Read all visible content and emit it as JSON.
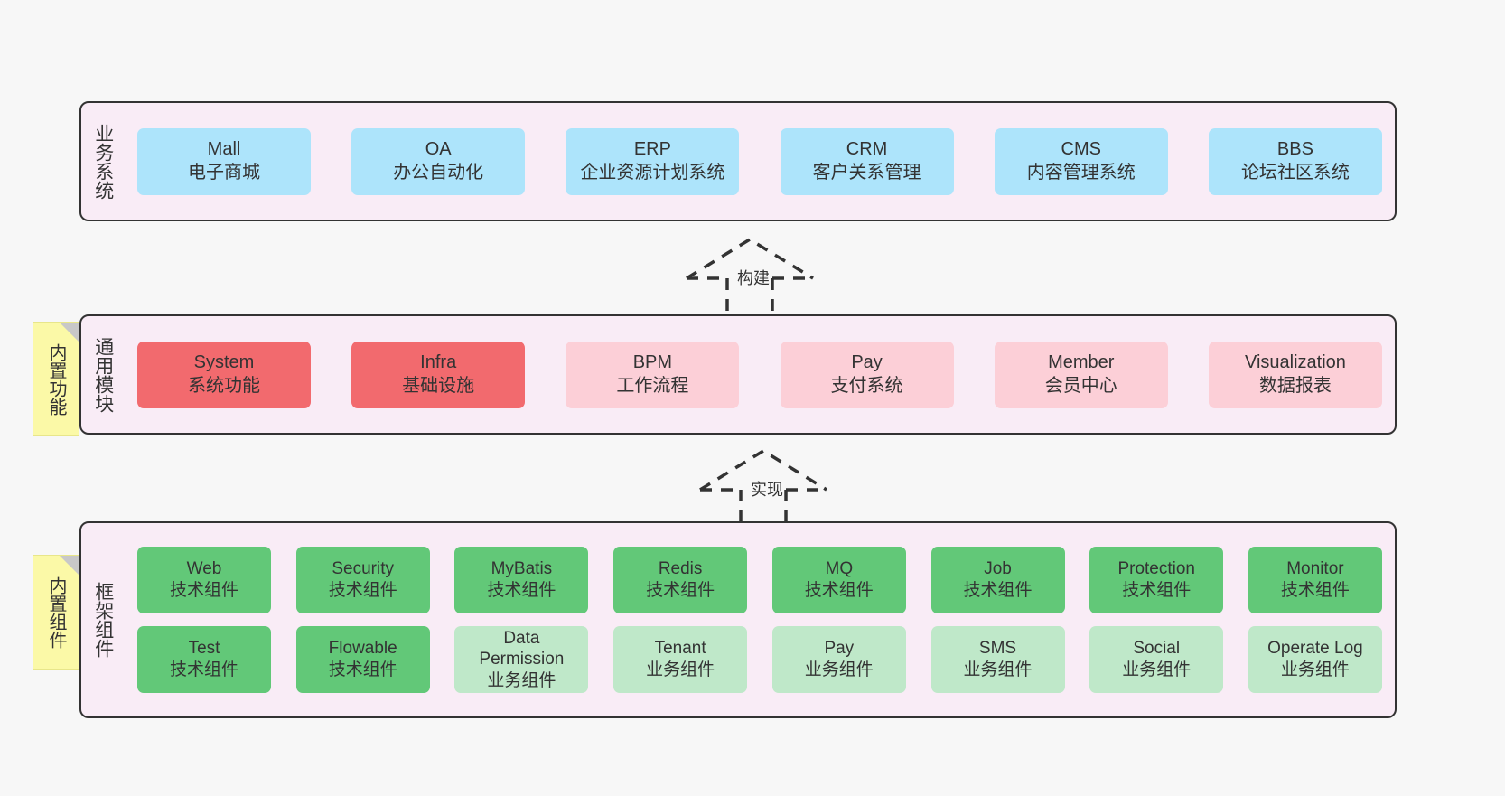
{
  "diagram": {
    "title": "Architecture layers diagram",
    "colors": {
      "background": "#f7f7f7",
      "layer_fill": "#f9ecf6",
      "layer_border": "#333333",
      "business_card": "#ade4fb",
      "module_core": "#f26a6e",
      "module_optional": "#fccfd7",
      "tech_component": "#62c878",
      "biz_component": "#bfe8c9",
      "sticky": "#fbf9a7"
    }
  },
  "stickies": {
    "functions": "内置功能",
    "components": "内置组件"
  },
  "relations": [
    {
      "name": "build",
      "label": "构建"
    },
    {
      "name": "implement",
      "label": "实现"
    }
  ],
  "layers": [
    {
      "id": "business",
      "label": "业务系统",
      "rows": [
        {
          "cards": [
            {
              "title": "Mall",
              "sub": "电子商城",
              "style": "blue"
            },
            {
              "title": "OA",
              "sub": "办公自动化",
              "style": "blue"
            },
            {
              "title": "ERP",
              "sub": "企业资源计划系统",
              "style": "blue"
            },
            {
              "title": "CRM",
              "sub": "客户关系管理",
              "style": "blue"
            },
            {
              "title": "CMS",
              "sub": "内容管理系统",
              "style": "blue"
            },
            {
              "title": "BBS",
              "sub": "论坛社区系统",
              "style": "blue"
            }
          ]
        }
      ]
    },
    {
      "id": "modules",
      "label": "通用模块",
      "rows": [
        {
          "cards": [
            {
              "title": "System",
              "sub": "系统功能",
              "style": "red-strong"
            },
            {
              "title": "Infra",
              "sub": "基础设施",
              "style": "red-strong"
            },
            {
              "title": "BPM",
              "sub": "工作流程",
              "style": "pink-soft"
            },
            {
              "title": "Pay",
              "sub": "支付系统",
              "style": "pink-soft"
            },
            {
              "title": "Member",
              "sub": "会员中心",
              "style": "pink-soft"
            },
            {
              "title": "Visualization",
              "sub": "数据报表",
              "style": "pink-soft"
            }
          ]
        }
      ]
    },
    {
      "id": "framework",
      "label": "框架组件",
      "rows": [
        {
          "cards": [
            {
              "title": "Web",
              "sub": "技术组件",
              "style": "green-strong"
            },
            {
              "title": "Security",
              "sub": "技术组件",
              "style": "green-strong"
            },
            {
              "title": "MyBatis",
              "sub": "技术组件",
              "style": "green-strong"
            },
            {
              "title": "Redis",
              "sub": "技术组件",
              "style": "green-strong"
            },
            {
              "title": "MQ",
              "sub": "技术组件",
              "style": "green-strong"
            },
            {
              "title": "Job",
              "sub": "技术组件",
              "style": "green-strong"
            },
            {
              "title": "Protection",
              "sub": "技术组件",
              "style": "green-strong"
            },
            {
              "title": "Monitor",
              "sub": "技术组件",
              "style": "green-strong"
            }
          ]
        },
        {
          "cards": [
            {
              "title": "Test",
              "sub": "技术组件",
              "style": "green-strong"
            },
            {
              "title": "Flowable",
              "sub": "技术组件",
              "style": "green-strong"
            },
            {
              "title": "Data Permission",
              "sub": "业务组件",
              "style": "green-soft"
            },
            {
              "title": "Tenant",
              "sub": "业务组件",
              "style": "green-soft"
            },
            {
              "title": "Pay",
              "sub": "业务组件",
              "style": "green-soft"
            },
            {
              "title": "SMS",
              "sub": "业务组件",
              "style": "green-soft"
            },
            {
              "title": "Social",
              "sub": "业务组件",
              "style": "green-soft"
            },
            {
              "title": "Operate Log",
              "sub": "业务组件",
              "style": "green-soft"
            }
          ]
        }
      ]
    }
  ]
}
